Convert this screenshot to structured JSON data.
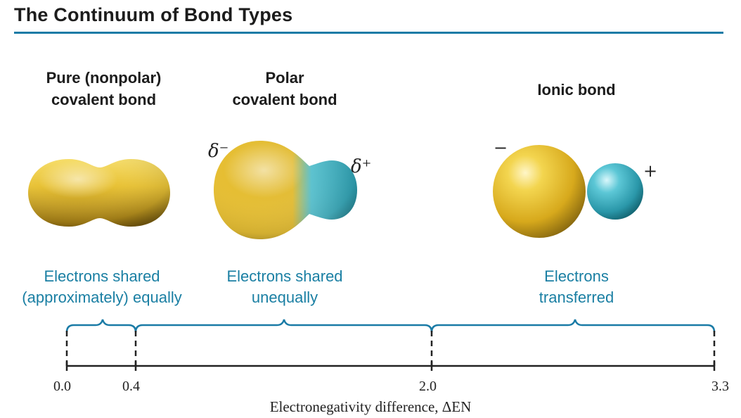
{
  "title": "The Continuum of Bond Types",
  "bonds": [
    {
      "heading": [
        "Pure (nonpolar)",
        "covalent bond"
      ],
      "description": [
        "Electrons shared",
        "(approximately) equally"
      ]
    },
    {
      "heading": [
        "Polar",
        "covalent bond"
      ],
      "description": [
        "Electrons shared",
        "unequally"
      ]
    },
    {
      "heading": [
        "Ionic bond"
      ],
      "description": [
        "Electrons",
        "transferred"
      ]
    }
  ],
  "charges": {
    "polar_negative": "δ⁻",
    "polar_positive": "δ⁺",
    "ionic_negative": "−",
    "ionic_positive": "+"
  },
  "axis": {
    "label": "Electronegativity difference, ΔEN",
    "ticks": [
      "0.0",
      "0.4",
      "2.0",
      "3.3"
    ]
  },
  "colors": {
    "accent": "#1a7ba6",
    "gold": "#e9c33a",
    "cyan": "#3fb3c4"
  }
}
